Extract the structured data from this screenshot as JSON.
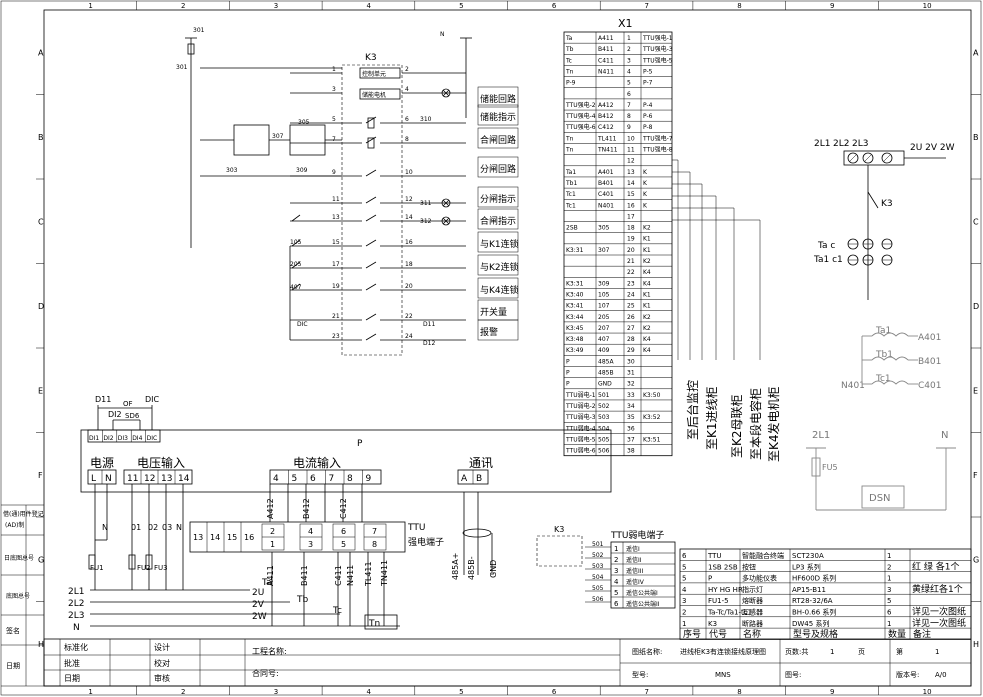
{
  "frame": {
    "columns": [
      "1",
      "2",
      "3",
      "4",
      "5",
      "6",
      "7",
      "8",
      "9",
      "10"
    ],
    "rows": [
      "A",
      "B",
      "C",
      "D",
      "E",
      "F",
      "G",
      "H"
    ],
    "left_strip": [
      "借(通)用件登记",
      "(AD)制",
      "日底图总号",
      "底图总号",
      "签名",
      "日期"
    ]
  },
  "k3_panel": {
    "title": "K3",
    "unit_ctrl": "控制单元",
    "unit_motor": "储能电机",
    "labels": [
      "储能回路",
      "储能指示",
      "合闸回路",
      "分闸回路",
      "分闸指示",
      "合闸指示",
      "与K1连锁",
      "与K2连锁",
      "与K4连锁",
      "开关量",
      "报警"
    ],
    "nums_left": [
      "1",
      "3",
      "5",
      "7",
      "9",
      "11",
      "13",
      "15",
      "17",
      "19",
      "21",
      "23"
    ],
    "nums_right": [
      "2",
      "4",
      "6",
      "8",
      "10",
      "12",
      "14",
      "16",
      "18",
      "20",
      "22",
      "24"
    ],
    "wire_marks": [
      "N",
      "301",
      "307",
      "305",
      "303",
      "309",
      "310",
      "311",
      "312",
      "105",
      "205",
      "407",
      "DIC",
      "D11",
      "D12"
    ]
  },
  "x1": {
    "title": "X1",
    "rows": [
      [
        "Ta",
        "A411",
        "1",
        "TTU强电-1"
      ],
      [
        "Tb",
        "B411",
        "2",
        "TTU强电-3"
      ],
      [
        "Tc",
        "C411",
        "3",
        "TTU强电-5"
      ],
      [
        "Tn",
        "N411",
        "4",
        "P-5"
      ],
      [
        "P-9",
        "",
        "5",
        "P-7"
      ],
      [
        "",
        "",
        "6",
        ""
      ],
      [
        "TTU强电-2",
        "A412",
        "7",
        "P-4"
      ],
      [
        "TTU强电-4",
        "B412",
        "8",
        "P-6"
      ],
      [
        "TTU强电-6",
        "C412",
        "9",
        "P-8"
      ],
      [
        "Tn",
        "TL411",
        "10",
        "TTU强电-7"
      ],
      [
        "Tn",
        "TN411",
        "11",
        "TTU强电-8"
      ],
      [
        "",
        "",
        "12",
        ""
      ],
      [
        "Ta1",
        "A401",
        "13",
        "K"
      ],
      [
        "Tb1",
        "B401",
        "14",
        "K"
      ],
      [
        "Tc1",
        "C401",
        "15",
        "K"
      ],
      [
        "Tc1",
        "N401",
        "16",
        "K"
      ],
      [
        "",
        "",
        "17",
        ""
      ],
      [
        "2SB",
        "305",
        "18",
        "K2"
      ],
      [
        "",
        "",
        "19",
        "K1"
      ],
      [
        "K3:31",
        "307",
        "20",
        "K1"
      ],
      [
        "",
        "",
        "21",
        "K2"
      ],
      [
        "",
        "",
        "22",
        "K4"
      ],
      [
        "K3:31",
        "309",
        "23",
        "K4"
      ],
      [
        "K3:40",
        "105",
        "24",
        "K1"
      ],
      [
        "K3:41",
        "107",
        "25",
        "K1"
      ],
      [
        "K3:44",
        "205",
        "26",
        "K2"
      ],
      [
        "K3:45",
        "207",
        "27",
        "K2"
      ],
      [
        "K3:48",
        "407",
        "28",
        "K4"
      ],
      [
        "K3:49",
        "409",
        "29",
        "K4"
      ],
      [
        "P",
        "485A",
        "30",
        ""
      ],
      [
        "P",
        "485B",
        "31",
        ""
      ],
      [
        "P",
        "GND",
        "32",
        ""
      ],
      [
        "TTU弱电-1",
        "501",
        "33",
        "K3:50"
      ],
      [
        "TTU弱电-2",
        "502",
        "34",
        ""
      ],
      [
        "TTU弱电-3",
        "503",
        "35",
        "K3:52"
      ],
      [
        "TTU弱电-4",
        "504",
        "36",
        ""
      ],
      [
        "TTU弱电-5",
        "505",
        "37",
        "K3:51"
      ],
      [
        "TTU弱电-6",
        "506",
        "38",
        ""
      ]
    ],
    "dest_labels": [
      "至后台监控",
      "至K1进线柜",
      "至K2母联柜",
      "至本段电容柜",
      "至K4发电机柜"
    ]
  },
  "right_diagram": {
    "bus": [
      "2L1",
      "2L2",
      "2L3"
    ],
    "bus_out": "2U 2V 2W",
    "switch": "K3",
    "ct1": "Ta c",
    "ct2": "Ta1 c1",
    "ct_labels": [
      "Ta1",
      "Tb1",
      "Tc1"
    ],
    "ct_outs": [
      "A401",
      "B401",
      "C401"
    ],
    "n401": "N401",
    "fuse_in": "2L1",
    "n_in": "N",
    "fuse": "FU5",
    "dsn": "DSN"
  },
  "p_block": {
    "title": "P",
    "dil": [
      "D11",
      "OF",
      "DIC",
      "DI2",
      "SD6"
    ],
    "dil_terms": [
      "DI1",
      "DI2",
      "DI3",
      "DI4",
      "DIC"
    ],
    "sec_power": "电源",
    "sec_voltage": "电压输入",
    "sec_current": "电流输入",
    "sec_comm": "通讯",
    "t_power": [
      "L",
      "N"
    ],
    "t_voltage": [
      "11",
      "12",
      "13",
      "14"
    ],
    "t_current": [
      "4",
      "5",
      "6",
      "7",
      "8",
      "9"
    ],
    "t_comm": [
      "A",
      "B"
    ],
    "below_power": "N",
    "below_voltage": [
      "01",
      "02",
      "03",
      "N"
    ],
    "current_wires": [
      "A412",
      "B412",
      "C412"
    ],
    "fuses": [
      "FU1",
      "FU2",
      "FU3"
    ],
    "lines": [
      "2L1",
      "2L2",
      "2L3",
      "N"
    ],
    "phase_out": [
      "2U",
      "2V",
      "2W"
    ],
    "ct_names": [
      "Ta",
      "Tb",
      "Tc",
      "Tn"
    ],
    "ttu_terms": [
      "13",
      "14",
      "15",
      "16"
    ],
    "ttu_pairs": [
      [
        "2",
        "1"
      ],
      [
        "4",
        "3"
      ],
      [
        "6",
        "5"
      ],
      [
        "7",
        "8"
      ]
    ],
    "ttu_label": "TTU",
    "ttu_label2": "强电端子",
    "wires_down": [
      "A411",
      "B411",
      "C411",
      "N411",
      "TL411",
      "TN411"
    ],
    "comm_wires": [
      "485A+",
      "485B-",
      "GND"
    ]
  },
  "weak_terminal": {
    "k3": "K3",
    "title": "TTU弱电端子",
    "wires": [
      "501",
      "502",
      "503",
      "504",
      "505",
      "506"
    ],
    "rows": [
      [
        "1",
        "遥信I"
      ],
      [
        "2",
        "遥信II"
      ],
      [
        "3",
        "遥信III"
      ],
      [
        "4",
        "遥信IV"
      ],
      [
        "5",
        "遥信公共端I"
      ],
      [
        "6",
        "遥信公共端II"
      ]
    ]
  },
  "bom": {
    "header": [
      "序号",
      "代号",
      "名称",
      "型号及规格",
      "数量",
      "备注"
    ],
    "rows": [
      [
        "6",
        "TTU",
        "智能融合终端",
        "SCT230A",
        "1",
        ""
      ],
      [
        "5",
        "1SB 2SB",
        "按钮",
        "LP3 系列",
        "2",
        "红 绿 各1个"
      ],
      [
        "5",
        "P",
        "多功能仪表",
        "HF600D 系列",
        "1",
        ""
      ],
      [
        "4",
        "HY HG HR",
        "指示灯",
        "AP15-B11",
        "3",
        "黄绿红各1个"
      ],
      [
        "3",
        "FU1-5",
        "熔断器",
        "RT28-32/6A",
        "5",
        ""
      ],
      [
        "2",
        "Ta-Tc/Ta1-tc1",
        "互感器",
        "BH-0.66 系列",
        "6",
        "详见一次图纸"
      ],
      [
        "1",
        "K3",
        "断路器",
        "DW45 系列",
        "1",
        "详见一次图纸"
      ]
    ]
  },
  "title_block": {
    "left_labels": [
      "标准化",
      "批准",
      "日期"
    ],
    "mid_labels": [
      "设计",
      "校对",
      "审核"
    ],
    "project": "工程名称:",
    "contract": "合同号:",
    "drawing_name_label": "图纸名称:",
    "drawing_name": "进线柜K3有连锁接线原理图",
    "type_label": "型号:",
    "type_value": "MNS",
    "pages_label": "页数:共",
    "pages_total": "1",
    "pages_unit": "页",
    "page_label": "第",
    "page_no": "1",
    "drawing_no": "图号:",
    "version_label": "版本号:",
    "version": "A/0"
  }
}
